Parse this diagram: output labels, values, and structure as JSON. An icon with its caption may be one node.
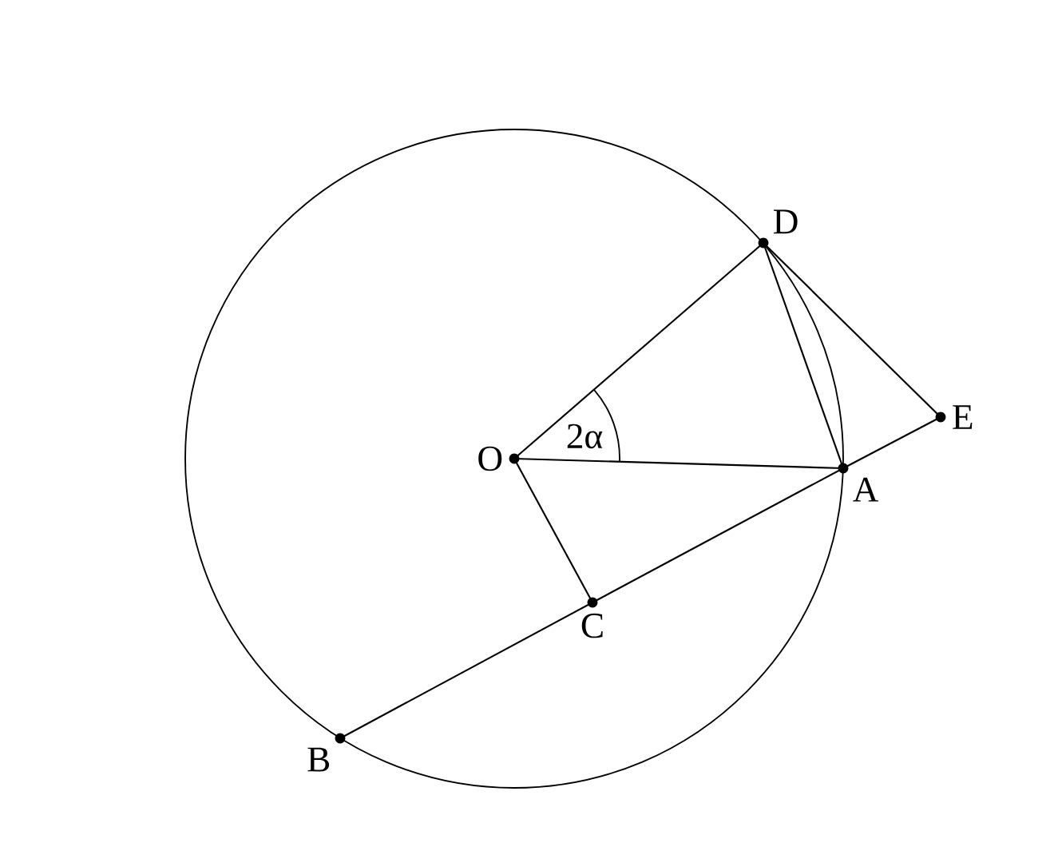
{
  "diagram": {
    "nodes": [
      {
        "text": [
          "O"
        ]
      },
      {
        "text": [
          "D"
        ]
      },
      {
        "text": [
          "E"
        ]
      },
      {
        "text": [
          "A"
        ]
      },
      {
        "text": [
          "C"
        ]
      },
      {
        "text": [
          "B"
        ]
      }
    ],
    "edges": [
      {
        "from": 0,
        "to": 1,
        "arrow": "none"
      },
      {
        "from": 0,
        "to": 3,
        "arrow": "none"
      },
      {
        "from": 0,
        "to": 4,
        "arrow": "none"
      },
      {
        "from": 1,
        "to": 3,
        "arrow": "none"
      },
      {
        "from": 1,
        "to": 2,
        "arrow": "none"
      },
      {
        "from": 5,
        "to": 4,
        "arrow": "none"
      },
      {
        "from": 4,
        "to": 3,
        "arrow": "none"
      },
      {
        "from": 3,
        "to": 2,
        "arrow": "none"
      }
    ],
    "labels": [
      "2α"
    ]
  }
}
